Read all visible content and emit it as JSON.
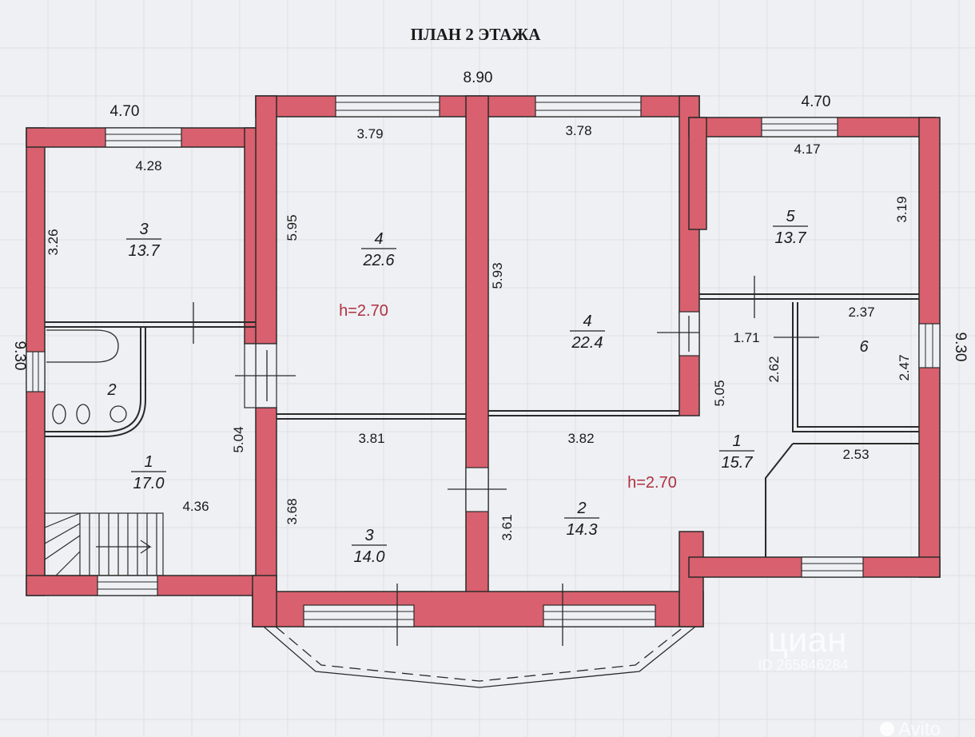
{
  "title": "ПЛАН 2 ЭТАЖА",
  "colors": {
    "wall": "#d9606e",
    "background": "#eef0f3",
    "line": "#222222",
    "ceiling_text": "#b03040"
  },
  "overall": {
    "top_width": "8.90",
    "left_width": "4.70",
    "right_width": "4.70",
    "left_height": "9.30",
    "right_height": "9.30"
  },
  "rooms": {
    "r3_top_left": {
      "num": "3",
      "area": "13.7",
      "w": "4.28",
      "h": "3.26"
    },
    "r2_bath": {
      "num": "2"
    },
    "r1_left": {
      "num": "1",
      "area": "17.0",
      "w": "4.36",
      "h": "5.04"
    },
    "r4_left": {
      "num": "4",
      "area": "22.6",
      "w": "3.79",
      "h": "5.95"
    },
    "r3_bottom": {
      "num": "3",
      "area": "14.0",
      "w": "3.81",
      "h": "3.68"
    },
    "r4_right": {
      "num": "4",
      "area": "22.4",
      "w": "3.78",
      "h": "5.93"
    },
    "r2_bottom": {
      "num": "2",
      "area": "14.3",
      "w": "3.82",
      "h": "3.61"
    },
    "r5": {
      "num": "5",
      "area": "13.7",
      "w": "4.17",
      "h": "3.19"
    },
    "r6": {
      "num": "6",
      "w": "2.37",
      "h": "2.47",
      "h2": "2.62"
    },
    "r1_right": {
      "num": "1",
      "area": "15.7",
      "w1": "1.71",
      "h": "5.05",
      "w2": "2.53"
    }
  },
  "ceiling_left": "h=2.70",
  "ceiling_right": "h=2.70",
  "watermark": {
    "cian": "циан",
    "cian_id": "ID 265846284",
    "avito": "Avito"
  }
}
